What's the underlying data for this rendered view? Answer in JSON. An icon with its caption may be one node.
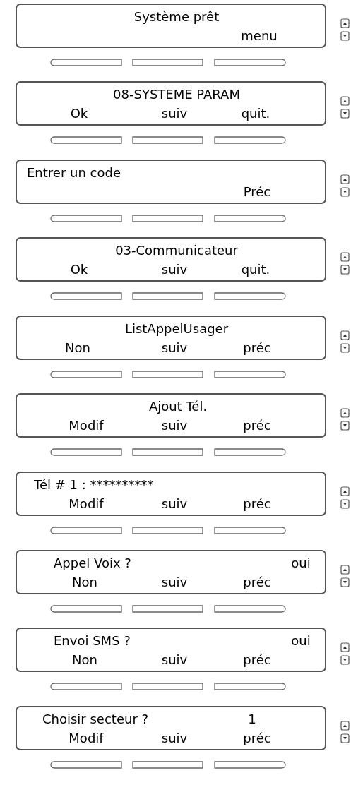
{
  "diagram": {
    "nodes": [
      {
        "text": [
          "Système prêt",
          "menu"
        ]
      },
      {
        "text": [
          "08-SYSTEME PARAM",
          "Ok",
          "suiv",
          "quit."
        ]
      },
      {
        "text": [
          "Entrer un code",
          "Préc"
        ]
      },
      {
        "text": [
          "03-Communicateur",
          "Ok",
          "suiv",
          "quit."
        ]
      },
      {
        "text": [
          "ListAppelUsager",
          "Non",
          "suiv",
          "préc"
        ]
      },
      {
        "text": [
          "Ajout Tél.",
          "Modif",
          "suiv",
          "préc"
        ]
      },
      {
        "text": [
          "Tél # 1 : **********",
          "Modif",
          "suiv",
          "préc"
        ]
      },
      {
        "text": [
          "Appel Voix ?",
          "oui",
          "Non",
          "suiv",
          "préc"
        ]
      },
      {
        "text": [
          "Envoi SMS ?",
          "oui",
          "Non",
          "suiv",
          "préc"
        ]
      },
      {
        "text": [
          "Choisir secteur ?",
          "1",
          "Modif",
          "suiv",
          "préc"
        ]
      }
    ]
  }
}
